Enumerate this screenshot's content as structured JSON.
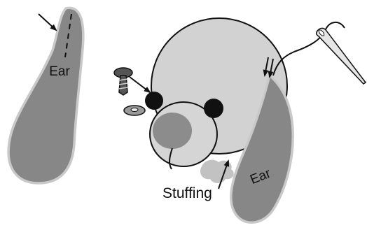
{
  "labels": {
    "ear_left": "Ear",
    "ear_right": "Ear",
    "stuffing": "Stuffing"
  },
  "colors": {
    "outline": "#111111",
    "head_fill": "#d2d2d2",
    "ear_fill": "#878787",
    "ear_edge": "#c9c9c9",
    "snout_fill": "#d5d5d5",
    "nose_fill": "#8c8c8c",
    "stuffing_fill": "#c2c2c2",
    "eye_fill": "#111111",
    "needle_fill": "#e6e6e6"
  },
  "icons": {
    "needle": "sewing-needle-icon",
    "eye_screw": "safety-eye-screw-icon",
    "washer": "eye-washer-icon"
  }
}
